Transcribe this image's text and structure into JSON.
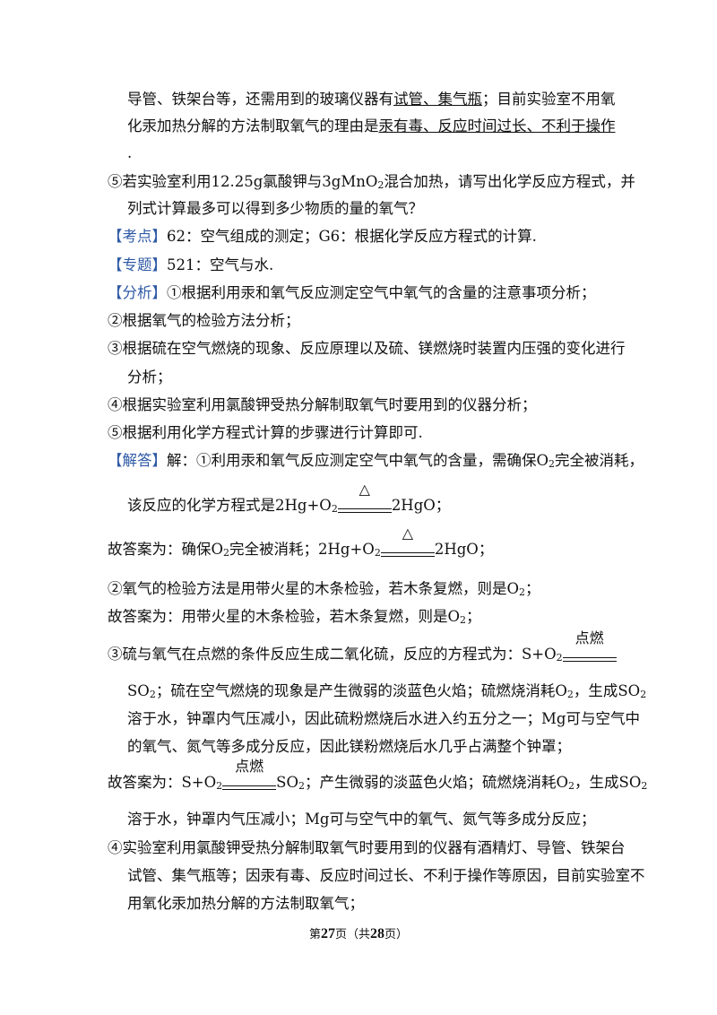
{
  "lines": {
    "l1a": "导管、铁架台等，还需用到的玻璃仪器有",
    "l1b": "试管、集气瓶",
    "l1c": "；目前实验室不用氧",
    "l2a": "化汞加热分解的方法制取氧气的理由是",
    "l2b": "汞有毒、反应时间过长、不利于操作",
    "l3": ".",
    "l4": "⑤若实验室利用12.25g氯酸钾与3gMnO",
    "l4sub": "2",
    "l4b": "混合加热，请写出化学反应方程式，并",
    "l5": "列式计算最多可以得到多少物质的量的氧气？",
    "l6tag": "【考点】",
    "l6": "62：空气组成的测定；G6：根据化学反应方程式的计算.",
    "l7tag": "【专题】",
    "l7": "521：空气与水.",
    "l8tag": "【分析】",
    "l8": "①根据利用汞和氧气反应测定空气中氧气的含量的注意事项分析；",
    "l9": "②根据氧气的检验方法分析；",
    "l10": "③根据硫在空气燃烧的现象、反应原理以及硫、镁燃烧时装置内压强的变化进行",
    "l11": "分析；",
    "l12": "④根据实验室利用氯酸钾受热分解制取氧气时要用到的仪器分析；",
    "l13": "⑤根据利用化学方程式计算的步骤进行计算即可.",
    "l14tag": "【解答】",
    "l14a": "解：①利用汞和氧气反应测定空气中氧气的含量，需确保O",
    "l14sub": "2",
    "l14b": "完全被消耗，",
    "l15a": "该反应的化学方程式是2Hg+O",
    "l15sub": "2",
    "l15cond": "△",
    "l15b": "2HgO；",
    "l16a": "故答案为：确保O",
    "l16sub1": "2",
    "l16b": "完全被消耗；2Hg+O",
    "l16sub2": "2",
    "l16cond": "△",
    "l16c": "2HgO；",
    "l17a": "②氧气的检验方法是用带火星的木条检验，若木条复燃，则是O",
    "l17sub": "2",
    "l17b": "；",
    "l18a": "故答案为：用带火星的木条检验，若木条复燃，则是O",
    "l18sub": "2",
    "l18b": "；",
    "l19a": "③硫与氧气在点燃的条件反应生成二氧化硫，反应的方程式为：S+O",
    "l19sub": "2",
    "l19cond": "点燃",
    "l20a": "SO",
    "l20sub1": "2",
    "l20b": "；硫在空气燃烧的现象是产生微弱的淡蓝色火焰；硫燃烧消耗O",
    "l20sub2": "2",
    "l20c": "，生成SO",
    "l20sub3": "2",
    "l21": "溶于水，钟罩内气压减小，因此硫粉燃烧后水进入约五分之一；Mg可与空气中",
    "l22": "的氧气、氮气等多成分反应，因此镁粉燃烧后水几乎占满整个钟罩；",
    "l23a": "故答案为：S+O",
    "l23sub1": "2",
    "l23cond": "点燃",
    "l23b": "SO",
    "l23sub2": "2",
    "l23c": "；产生微弱的淡蓝色火焰；硫燃烧消耗O",
    "l23sub3": "2",
    "l23d": "，生成SO",
    "l23sub4": "2",
    "l24": "溶于水，钟罩内气压减小；Mg可与空气中的氧气、氮气等多成分反应；",
    "l25": "④实验室利用氯酸钾受热分解制取氧气时要用到的仪器有酒精灯、导管、铁架台",
    "l26": "试管、集气瓶等；因汞有毒、反应时间过长、不利于操作等原因，目前实验室不",
    "l27": "用氧化汞加热分解的方法制取氧气；"
  },
  "footer": {
    "prefix": "第",
    "page": "27",
    "mid": "页（共",
    "total": "28",
    "suffix": "页）"
  }
}
